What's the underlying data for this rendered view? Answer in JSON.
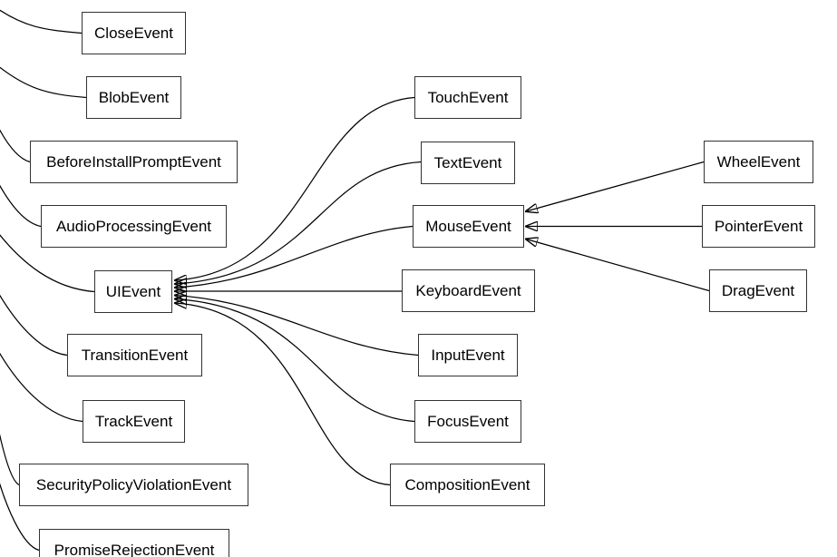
{
  "diagram": {
    "type": "inheritance-graph",
    "nodes": [
      {
        "id": "closeevent",
        "label": "CloseEvent"
      },
      {
        "id": "blobevent",
        "label": "BlobEvent"
      },
      {
        "id": "beforeinstallpromptevent",
        "label": "BeforeInstallPromptEvent"
      },
      {
        "id": "audioprocessingevent",
        "label": "AudioProcessingEvent"
      },
      {
        "id": "uievent",
        "label": "UIEvent"
      },
      {
        "id": "transitionevent",
        "label": "TransitionEvent"
      },
      {
        "id": "trackevent",
        "label": "TrackEvent"
      },
      {
        "id": "securitypolicyviolationevent",
        "label": "SecurityPolicyViolationEvent"
      },
      {
        "id": "promiserejectionevent",
        "label": "PromiseRejectionEvent"
      },
      {
        "id": "touchevent",
        "label": "TouchEvent"
      },
      {
        "id": "textevent",
        "label": "TextEvent"
      },
      {
        "id": "mouseevent",
        "label": "MouseEvent"
      },
      {
        "id": "keyboardevent",
        "label": "KeyboardEvent"
      },
      {
        "id": "inputevent",
        "label": "InputEvent"
      },
      {
        "id": "focusevent",
        "label": "FocusEvent"
      },
      {
        "id": "compositionevent",
        "label": "CompositionEvent"
      },
      {
        "id": "wheelevent",
        "label": "WheelEvent"
      },
      {
        "id": "pointerevent",
        "label": "PointerEvent"
      },
      {
        "id": "dragevent",
        "label": "DragEvent"
      }
    ],
    "edges": [
      {
        "from": "TouchEvent",
        "to": "UIEvent"
      },
      {
        "from": "TextEvent",
        "to": "UIEvent"
      },
      {
        "from": "MouseEvent",
        "to": "UIEvent"
      },
      {
        "from": "KeyboardEvent",
        "to": "UIEvent"
      },
      {
        "from": "InputEvent",
        "to": "UIEvent"
      },
      {
        "from": "FocusEvent",
        "to": "UIEvent"
      },
      {
        "from": "CompositionEvent",
        "to": "UIEvent"
      },
      {
        "from": "WheelEvent",
        "to": "MouseEvent"
      },
      {
        "from": "PointerEvent",
        "to": "MouseEvent"
      },
      {
        "from": "DragEvent",
        "to": "MouseEvent"
      }
    ],
    "edges_exiting_left_offscreen_from": [
      "CloseEvent",
      "BlobEvent",
      "BeforeInstallPromptEvent",
      "AudioProcessingEvent",
      "UIEvent",
      "TransitionEvent",
      "TrackEvent",
      "SecurityPolicyViolationEvent",
      "PromiseRejectionEvent"
    ]
  },
  "colors": {
    "background": "#ffffff",
    "node_fill": "#ffffff",
    "node_border": "#333333",
    "edge": "#000000",
    "text": "#000000"
  }
}
